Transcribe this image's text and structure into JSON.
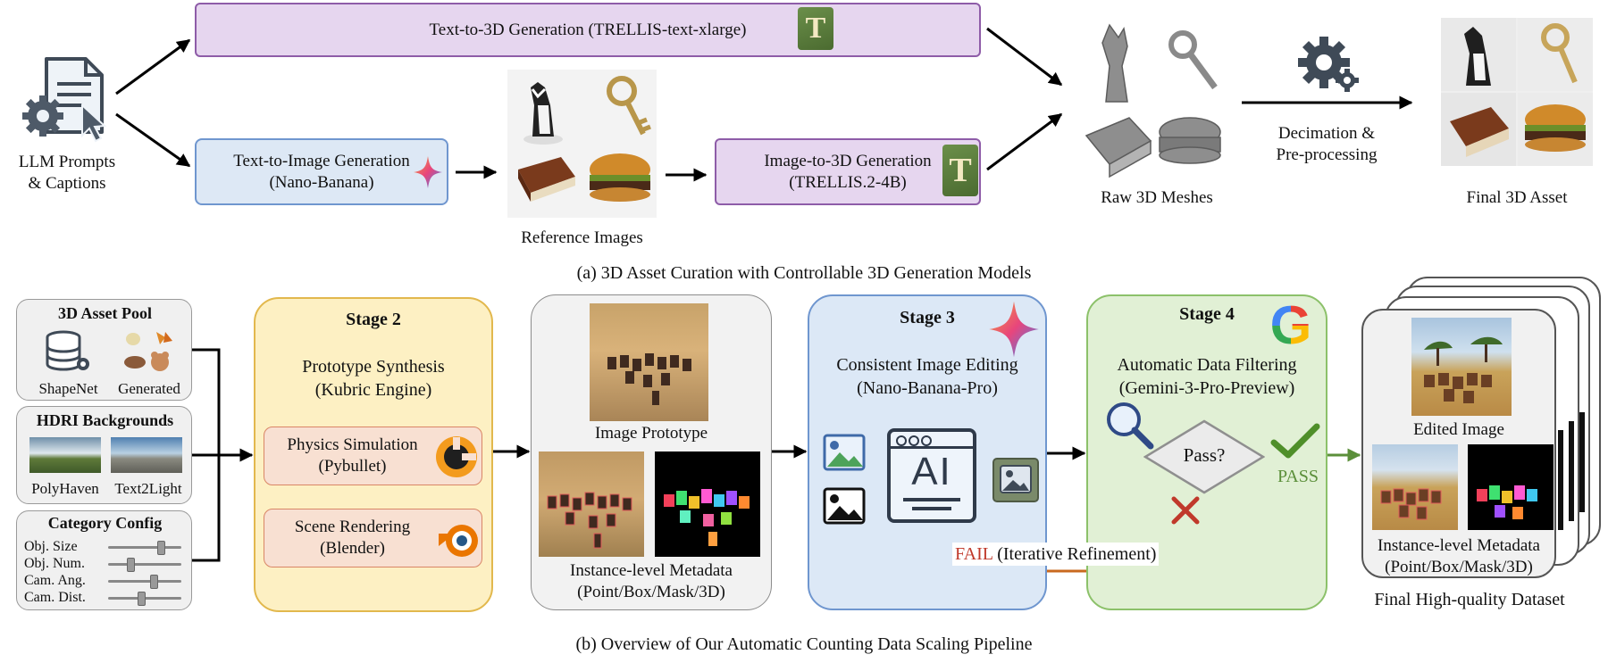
{
  "top": {
    "llm_label_1": "LLM Prompts",
    "llm_label_2": "& Captions",
    "t2d_label": "Text-to-3D Generation (TRELLIS-text-xlarge)",
    "t2i_label_1": "Text-to-Image Generation",
    "t2i_label_2": "(Nano-Banana)",
    "ref_label": "Reference Images",
    "i2d_label_1": "Image-to-3D Generation",
    "i2d_label_2": "(TRELLIS.2-4B)",
    "raw_label": "Raw 3D Meshes",
    "decim_label_1": "Decimation &",
    "decim_label_2": "Pre-processing",
    "final_label": "Final 3D Asset",
    "caption": "(a) 3D Asset Curation with Controllable 3D Generation Models",
    "trellis_letter": "T"
  },
  "bottom": {
    "pool_title": "3D Asset Pool",
    "shapenet": "ShapeNet",
    "generated": "Generated",
    "hdri_title": "HDRI Backgrounds",
    "polyhaven": "PolyHaven",
    "text2light": "Text2Light",
    "config_title": "Category Config",
    "config_items": [
      "Obj. Size",
      "Obj. Num.",
      "Cam. Ang.",
      "Cam. Dist."
    ],
    "config_levels": [
      0.72,
      0.3,
      0.62,
      0.45
    ],
    "stage2_title": "Stage 2",
    "stage2_sub_1": "Prototype Synthesis",
    "stage2_sub_2": "(Kubric Engine)",
    "physics_1": "Physics Simulation",
    "physics_2": "(Pybullet)",
    "render_1": "Scene Rendering",
    "render_2": "(Blender)",
    "proto_label": "Image Prototype",
    "meta_label_1": "Instance-level Metadata",
    "meta_label_2": "(Point/Box/Mask/3D)",
    "stage3_title": "Stage 3",
    "stage3_sub_1": "Consistent Image Editing",
    "stage3_sub_2": "(Nano-Banana-Pro)",
    "ai_text": "AI",
    "stage4_title": "Stage 4",
    "stage4_sub_1": "Automatic Data Filtering",
    "stage4_sub_2": "(Gemini-3-Pro-Preview)",
    "pass_q": "Pass?",
    "pass": "PASS",
    "fail": "FAIL",
    "fail_rest": "(Iterative Refinement)",
    "google_letter": "G",
    "edited_label": "Edited Image",
    "final_meta_1": "Instance-level Metadata",
    "final_meta_2": "(Point/Box/Mask/3D)",
    "final_dataset": "Final High-quality Dataset",
    "caption": "(b) Overview of Our Automatic Counting Data Scaling Pipeline"
  },
  "colors": {
    "purple_fill": "#e6d6ef",
    "blue_fill": "#dde8f5",
    "stage2_fill": "#fdf0c3",
    "stage3_fill": "#dce8f6",
    "stage4_fill": "#e1f0d5",
    "fail_red": "#c0392b",
    "pass_green": "#5b8f3a",
    "feedback_orange": "#c9691f"
  }
}
